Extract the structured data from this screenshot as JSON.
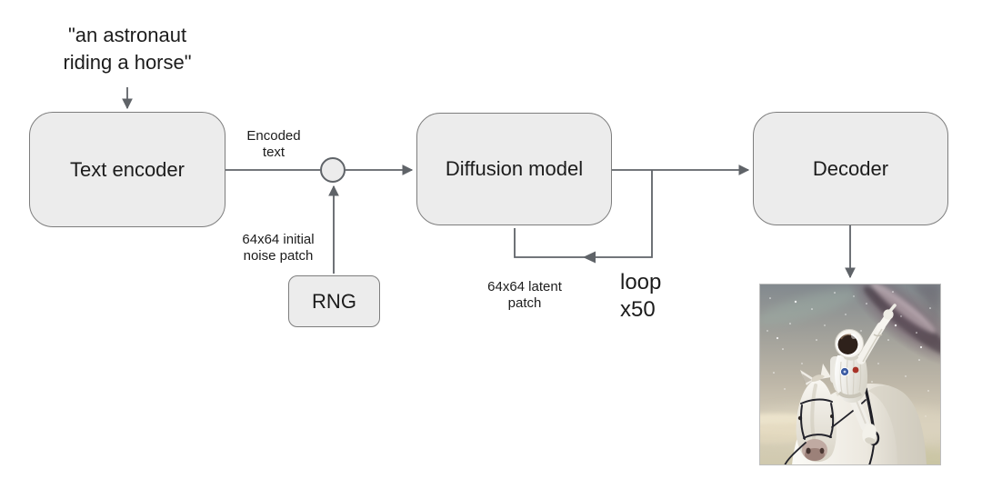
{
  "diagram": {
    "prompt_text": "\"an astronaut\nriding a horse\"",
    "nodes": {
      "text_encoder": "Text encoder",
      "rng": "RNG",
      "diffusion_model": "Diffusion model",
      "decoder": "Decoder"
    },
    "edge_labels": {
      "encoded_text": "Encoded\ntext",
      "initial_noise": "64x64 initial\nnoise patch",
      "latent_patch": "64x64 latent\npatch",
      "loop_count": "loop\nx50"
    },
    "colors": {
      "node_fill": "#ececec",
      "node_border": "#7d7d7d",
      "connector": "#5f6368",
      "text": "#1c1c1c"
    },
    "output_image": {
      "description": "Generated image: an astronaut in a white spacesuit riding a white horse, one arm raised toward the Milky Way in a hazy starry sky"
    }
  }
}
